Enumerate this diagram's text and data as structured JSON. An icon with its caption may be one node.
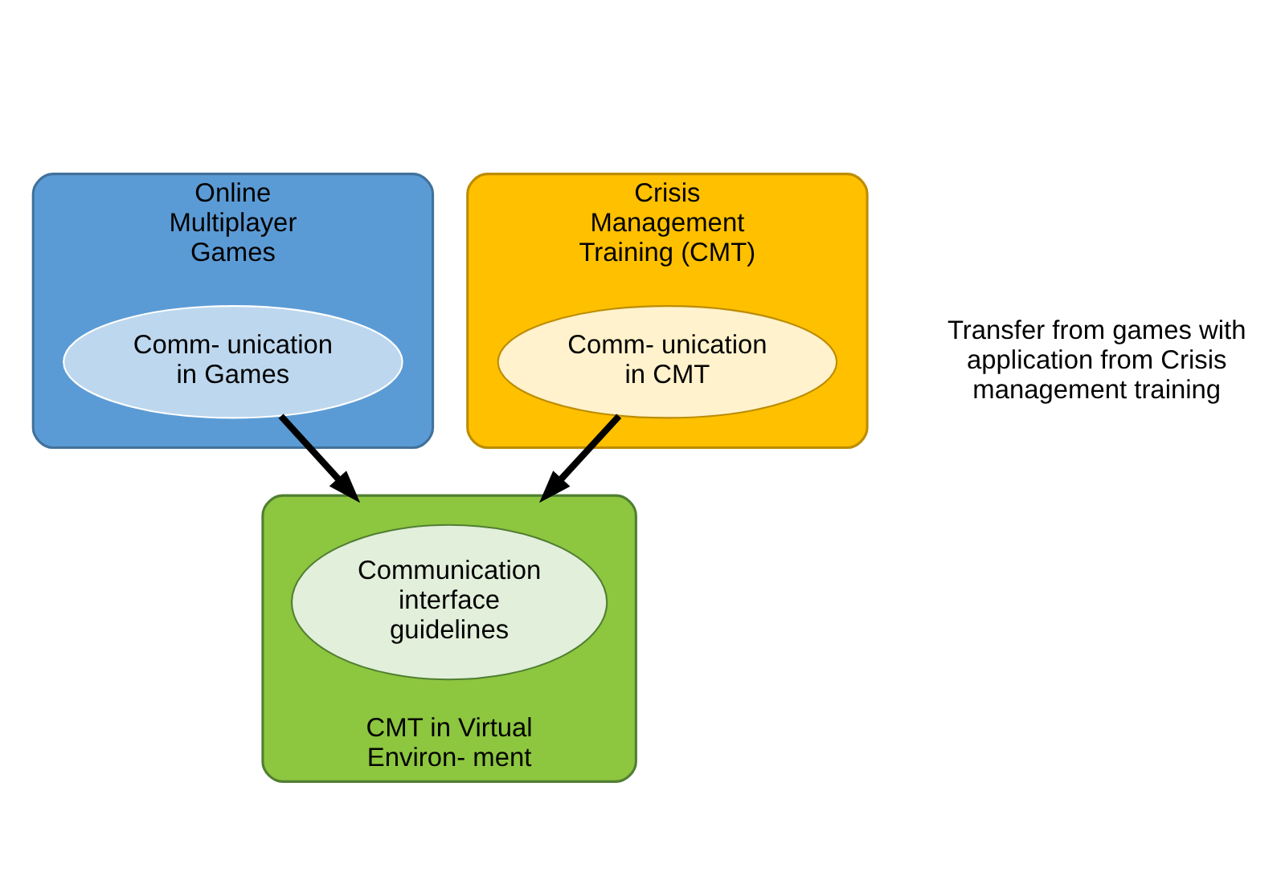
{
  "diagram": {
    "nodes": [
      {
        "text": [
          "Online Multiplayer Games"
        ]
      },
      {
        "text": [
          "Comm- unication in Games"
        ],
        "in": 0
      },
      {
        "text": [
          "Crisis Management Training (CMT)"
        ]
      },
      {
        "text": [
          "Comm- unication in CMT"
        ],
        "in": 2
      },
      {
        "text": [
          "CMT in Virtual Environ- ment"
        ]
      },
      {
        "text": [
          "Communication interface guidelines"
        ],
        "in": 4
      }
    ],
    "edges": [
      {
        "from": 1,
        "to": 4,
        "arrow": "to"
      },
      {
        "from": 3,
        "to": 4,
        "arrow": "to"
      }
    ],
    "labels": [
      "Transfer from games with application from Crisis management training"
    ]
  }
}
